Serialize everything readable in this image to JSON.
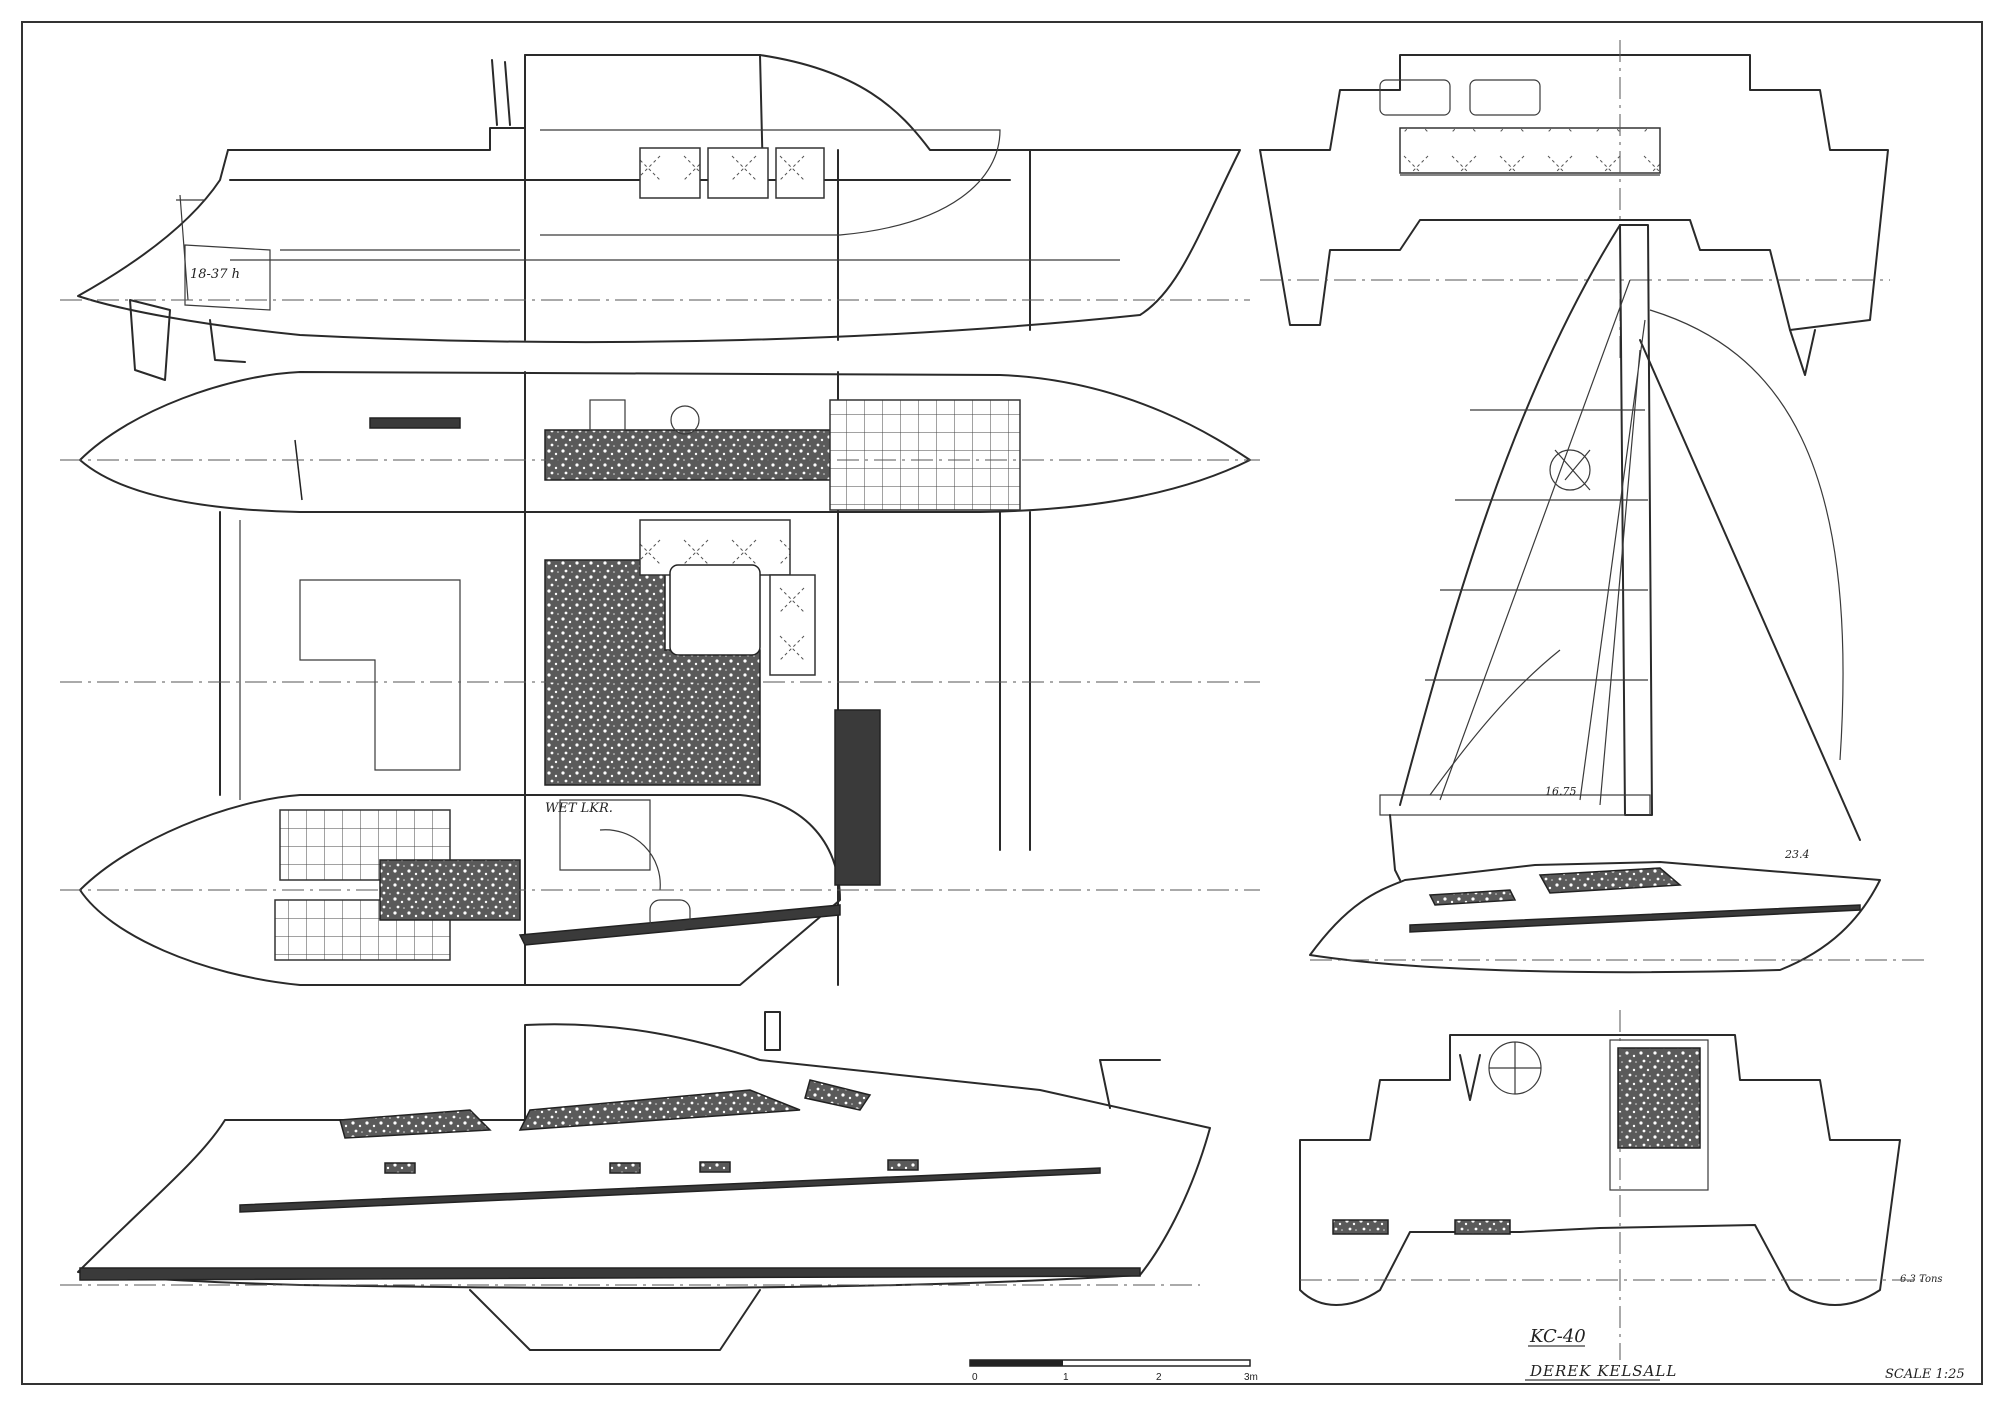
{
  "drawing": {
    "design_name": "KC-40",
    "designer": "DEREK KELSALL",
    "scale_label": "SCALE  1:25",
    "scale_bar_ticks": [
      "0",
      "1",
      "2",
      "3m"
    ],
    "engine_note": "18-37 h",
    "wet_locker_note": "WET LKR.",
    "sail_number_note": "16.75",
    "mast_note": "23.4",
    "waterline_note": "6.3 Tons"
  }
}
